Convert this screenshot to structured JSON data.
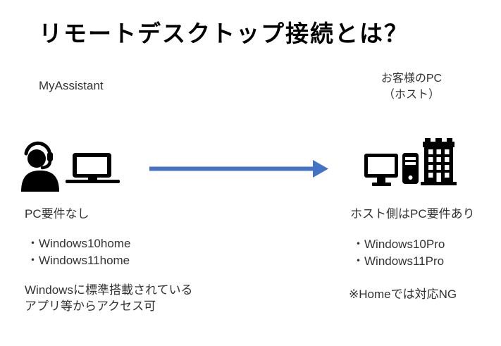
{
  "slide": {
    "title": "リモートデスクトップ接続とは？",
    "arrow_color": "#4472C4",
    "icon_color": "#000000",
    "text_color": "#333333",
    "bg_color": "#ffffff"
  },
  "left": {
    "label": "MyAssistant",
    "icons": [
      "support-agent-icon",
      "laptop-icon"
    ],
    "requirement": "PC要件なし",
    "bullets": [
      "・Windows10home",
      "・Windows11home"
    ],
    "note": [
      "Windowsに標準搭載されている",
      "アプリ等からアクセス可"
    ]
  },
  "arrow": {
    "direction": "right",
    "meaning": "remote-desktop-connection"
  },
  "right": {
    "label": [
      "お客様のPC",
      "（ホスト）"
    ],
    "icons": [
      "desktop-pc-icon",
      "building-icon"
    ],
    "requirement": "ホスト側はPC要件あり",
    "bullets": [
      "・Windows10Pro",
      "・Windows11Pro"
    ],
    "note": "※Homeでは対応NG"
  }
}
